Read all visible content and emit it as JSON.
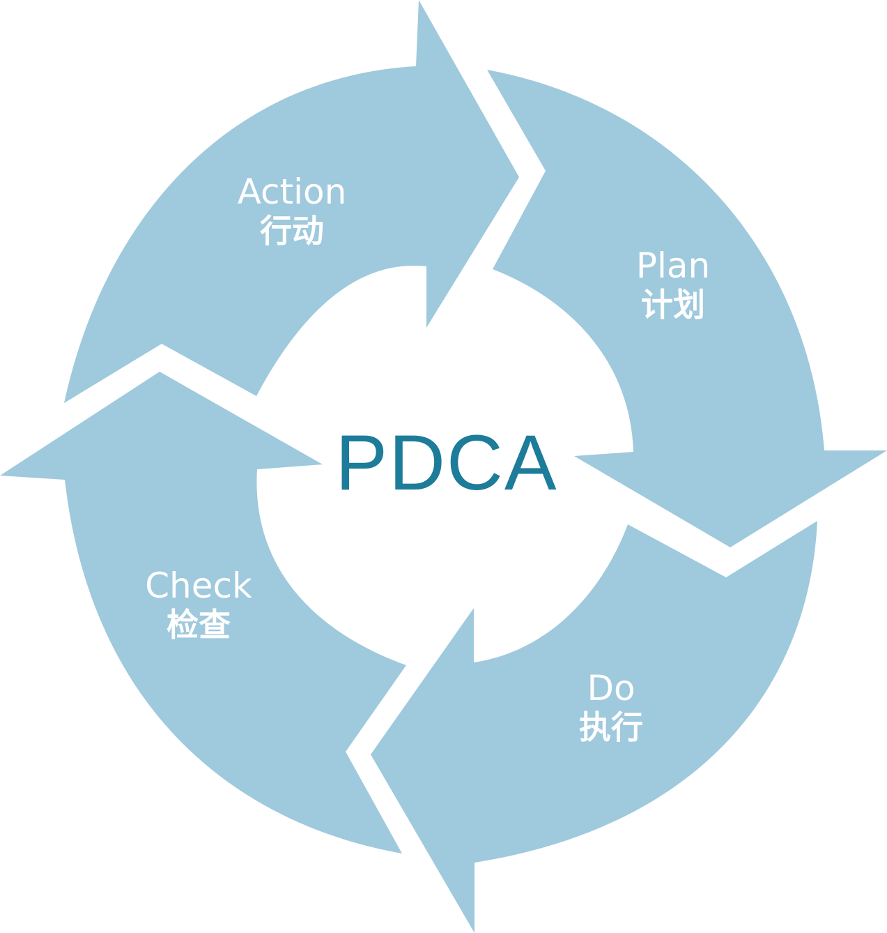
{
  "diagram": {
    "title": "PDCA",
    "colors": {
      "segment_fill": "#9fc9dc",
      "title_color": "#1c7c99",
      "label_color": "#ffffff",
      "background": "#ffffff"
    },
    "stages": [
      {
        "id": "plan",
        "label_en": "Plan",
        "label_zh": "计划",
        "position": "right"
      },
      {
        "id": "do",
        "label_en": "Do",
        "label_zh": "执行",
        "position": "bottom-right"
      },
      {
        "id": "check",
        "label_en": "Check",
        "label_zh": "检查",
        "position": "left"
      },
      {
        "id": "action",
        "label_en": "Action",
        "label_zh": "行动",
        "position": "top-left"
      }
    ],
    "flow_direction": "clockwise"
  }
}
